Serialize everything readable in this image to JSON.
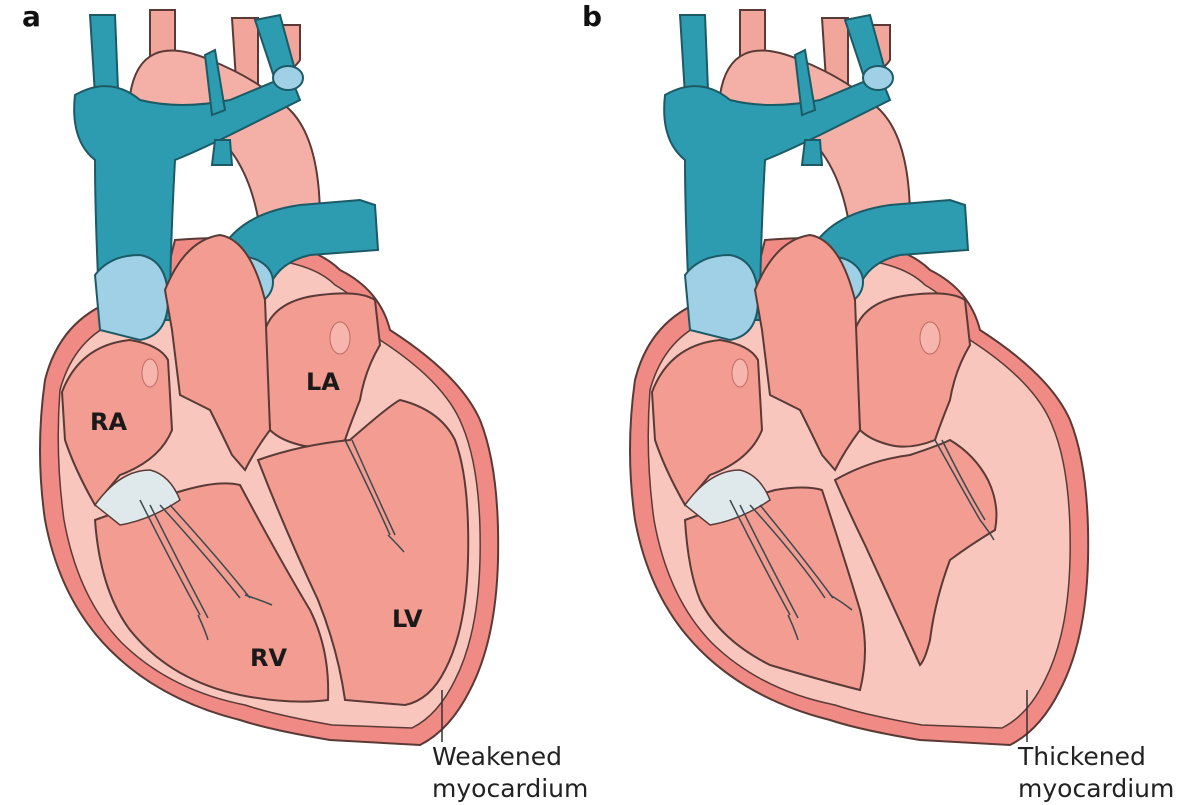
{
  "panels": [
    {
      "letter": "a",
      "chamber_labels": {
        "ra": "RA",
        "la": "LA",
        "rv": "RV",
        "lv": "LV"
      },
      "callout": {
        "line1": "Weakened",
        "line2": "myocardium"
      }
    },
    {
      "letter": "b",
      "callout": {
        "line1": "Thickened",
        "line2": "myocardium"
      }
    }
  ],
  "colors": {
    "outer_wall": "#ef8a84",
    "myocardium": "#f9c6bd",
    "chamber": "#f39c92",
    "vessel_blue": "#2d9bb0",
    "vessel_blue_light": "#9fd0e6",
    "aorta_pink": "#f2a59b",
    "valve": "#dfe9ec",
    "outline": "#5a3a36"
  }
}
